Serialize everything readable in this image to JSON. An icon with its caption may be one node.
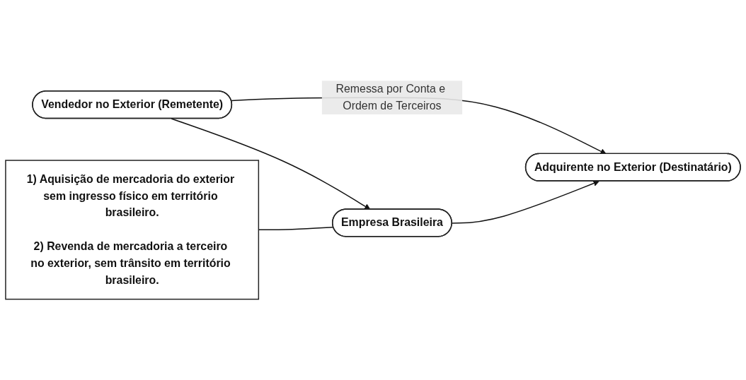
{
  "diagram": {
    "nodes": [
      {
        "text": [
          "Vendedor no Exterior (Remetente)"
        ]
      },
      {
        "text": [
          "Adquirente no Exterior (Destinatário)"
        ]
      },
      {
        "text": [
          "Empresa Brasileira"
        ]
      },
      {
        "text": [
          "1) Aquisição de mercadoria do exterior sem ingresso físico em território brasileiro.",
          "2) Revenda de mercadoria a terceiro no exterior, sem trânsito em território brasileiro."
        ]
      }
    ],
    "edges": [
      {
        "from": 0,
        "to": 1,
        "arrow": "to",
        "label": "Remessa por Conta e Ordem de Terceiros"
      },
      {
        "from": 0,
        "to": 2,
        "arrow": "to"
      },
      {
        "from": 2,
        "to": 1,
        "arrow": "to"
      },
      {
        "from": 3,
        "to": 2,
        "arrow": "none"
      }
    ]
  }
}
